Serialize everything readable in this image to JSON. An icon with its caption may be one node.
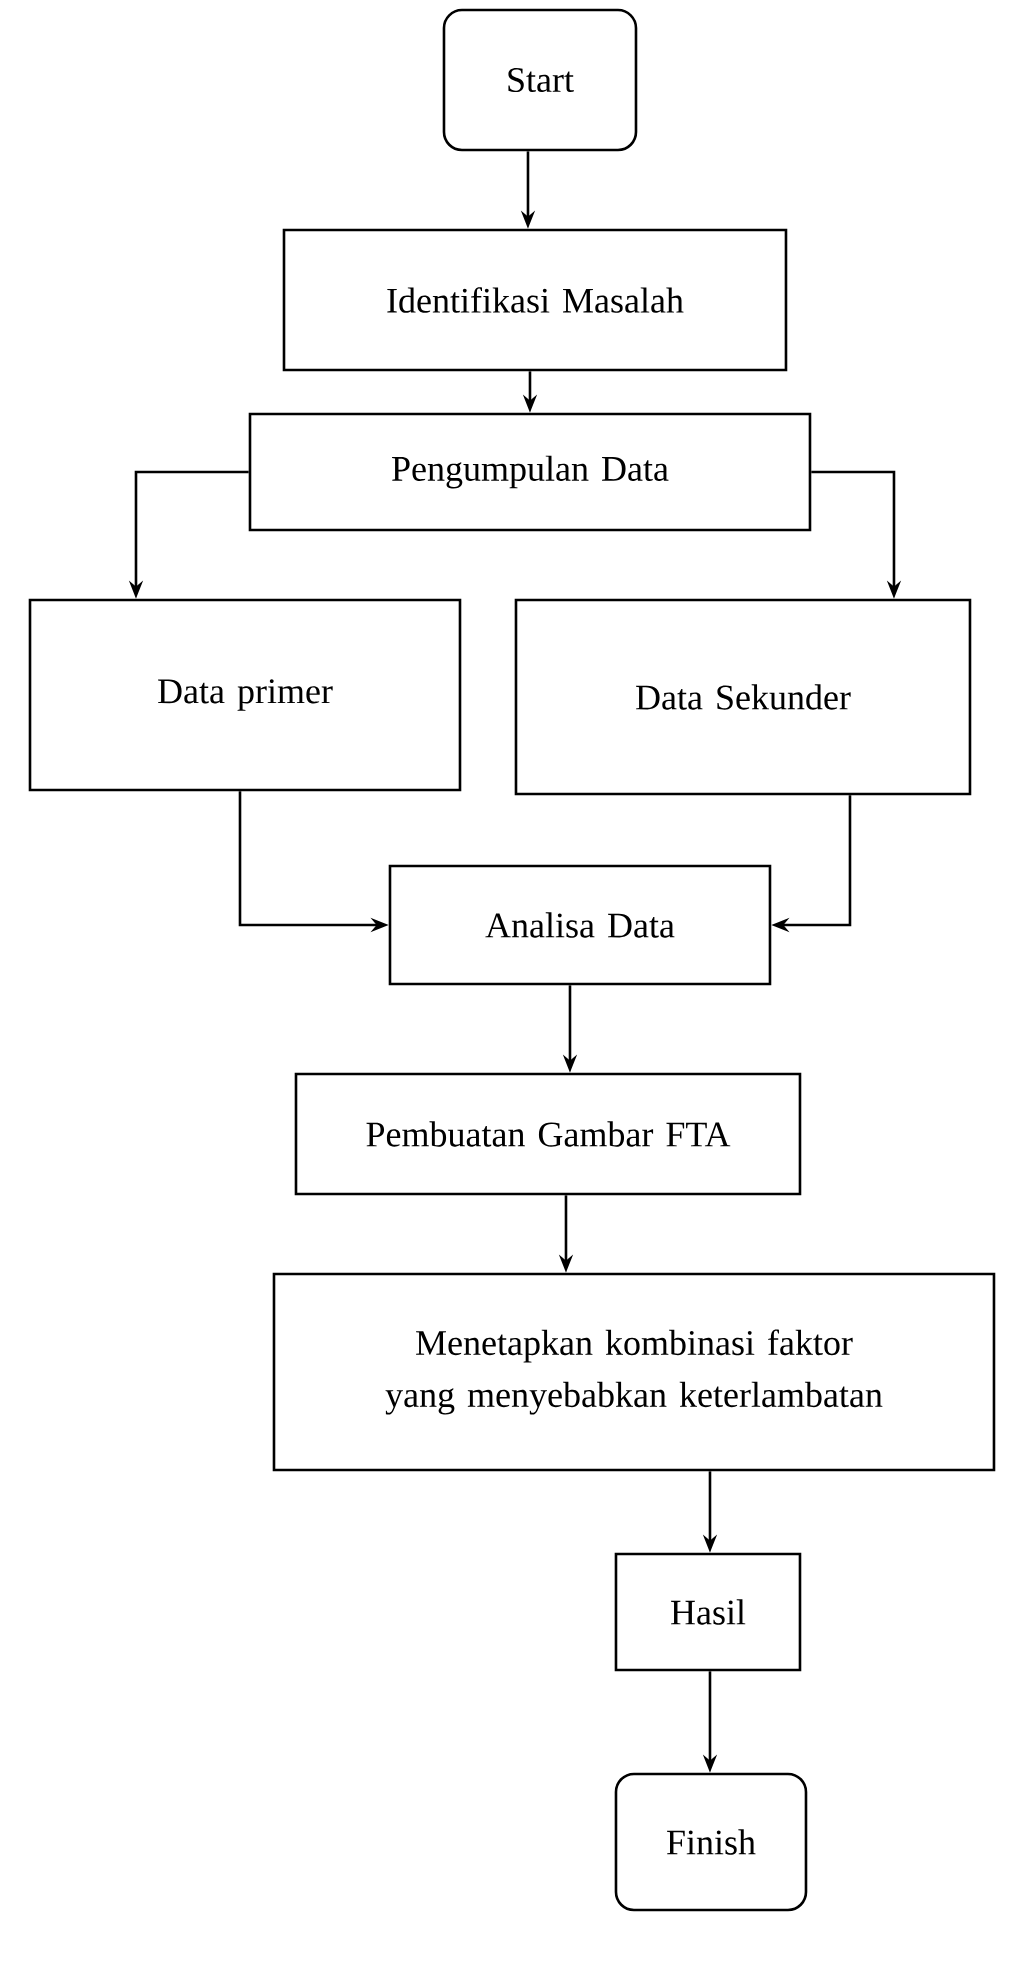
{
  "diagram": {
    "nodes": [
      {
        "text": [
          "Start"
        ]
      },
      {
        "text": [
          "Identifikasi Masalah"
        ]
      },
      {
        "text": [
          "Pengumpulan Data"
        ]
      },
      {
        "text": [
          "Data primer"
        ]
      },
      {
        "text": [
          "Data Sekunder"
        ]
      },
      {
        "text": [
          "Analisa Data"
        ]
      },
      {
        "text": [
          "Pembuatan Gambar FTA"
        ]
      },
      {
        "text": [
          "Menetapkan kombinasi faktor yang menyebabkan keterlambatan"
        ]
      },
      {
        "text": [
          "Hasil"
        ]
      },
      {
        "text": [
          "Finish"
        ]
      }
    ],
    "edges": [
      {
        "from": 0,
        "to": 1,
        "arrow": "to"
      },
      {
        "from": 1,
        "to": 2,
        "arrow": "to"
      },
      {
        "from": 2,
        "to": 3,
        "arrow": "to"
      },
      {
        "from": 2,
        "to": 4,
        "arrow": "to"
      },
      {
        "from": 3,
        "to": 5,
        "arrow": "to"
      },
      {
        "from": 4,
        "to": 5,
        "arrow": "to"
      },
      {
        "from": 5,
        "to": 6,
        "arrow": "to"
      },
      {
        "from": 6,
        "to": 7,
        "arrow": "to"
      },
      {
        "from": 7,
        "to": 8,
        "arrow": "to"
      },
      {
        "from": 8,
        "to": 9,
        "arrow": "to"
      }
    ]
  }
}
